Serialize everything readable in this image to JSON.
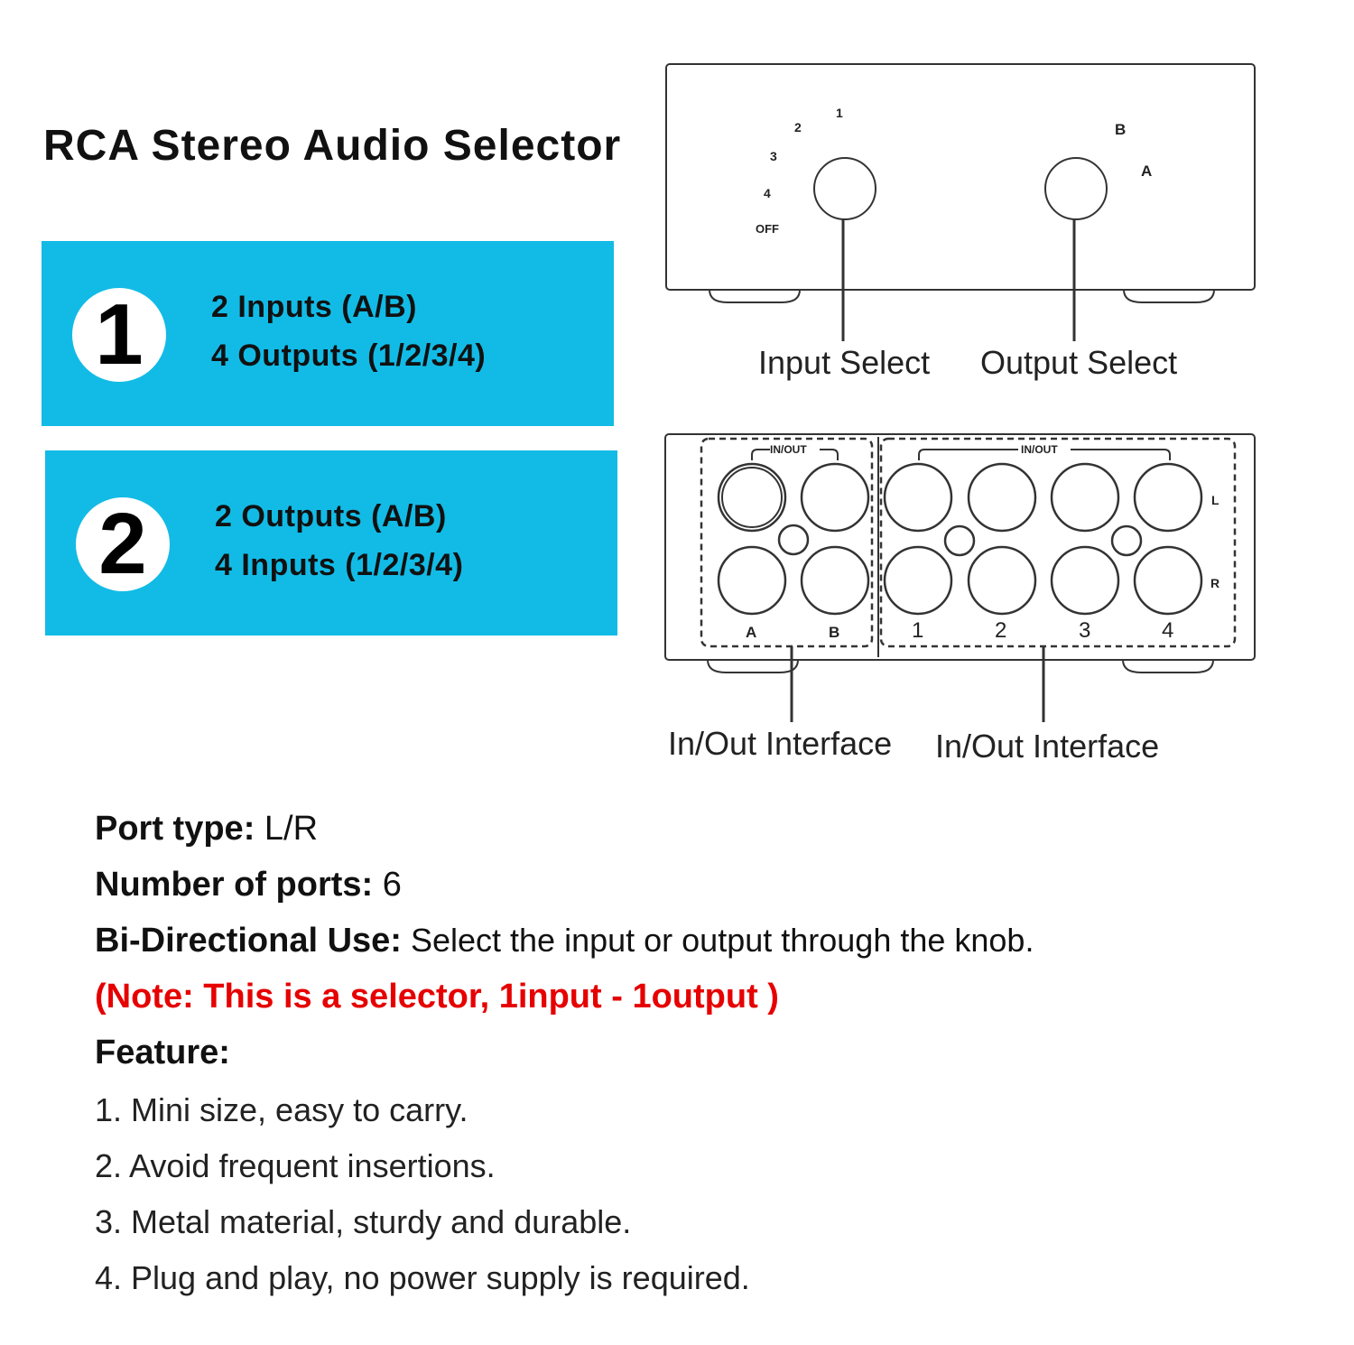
{
  "title": "RCA Stereo Audio Selector",
  "modes": [
    {
      "number": "1",
      "line1": "2 Inputs (A/B)",
      "line2": "4 Outputs (1/2/3/4)"
    },
    {
      "number": "2",
      "line1": "2 Outputs (A/B)",
      "line2": "4 Inputs (1/2/3/4)"
    }
  ],
  "front_panel": {
    "input_positions": [
      "1",
      "2",
      "3",
      "4",
      "OFF"
    ],
    "output_positions": [
      "B",
      "A"
    ],
    "input_select_label": "Input Select",
    "output_select_label": "Output Select"
  },
  "back_panel": {
    "left_group_header": "IN/OUT",
    "right_group_header": "IN/OUT",
    "left_ports": [
      "A",
      "B"
    ],
    "right_ports": [
      "1",
      "2",
      "3",
      "4"
    ],
    "channel_l": "L",
    "channel_r": "R",
    "left_interface_label": "In/Out Interface",
    "right_interface_label": "In/Out Interface"
  },
  "specs": [
    {
      "key": "Port type:",
      "value": " L/R"
    },
    {
      "key": "Number of ports:",
      "value": " 6"
    },
    {
      "key": "Bi-Directional Use:",
      "value": " Select the input or output through the knob."
    }
  ],
  "note": "(Note: This is a selector, 1input - 1output )",
  "feature_heading": "Feature:",
  "features": [
    "1. Mini size, easy to carry.",
    "2. Avoid frequent insertions.",
    "3. Metal material, sturdy and durable.",
    "4. Plug and play, no power supply is required."
  ],
  "colors": {
    "accent_box": "#12BBE6",
    "note": "#E60000"
  }
}
